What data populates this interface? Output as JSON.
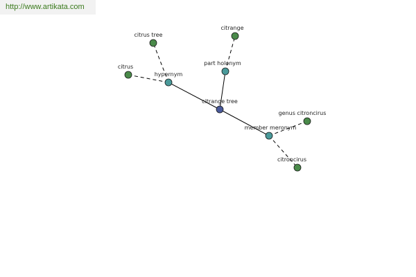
{
  "header": {
    "url": "http://www.artikata.com"
  },
  "colors": {
    "url_text": "#3a7a1c",
    "watermark_bg": "#f2f2f2",
    "edge": "#000000",
    "center_node": "#4a5a9a",
    "relation_node": "#4a9a9a",
    "leaf_node": "#4a8a4a",
    "node_stroke": "#1a1a1a",
    "label_text": "#222222"
  },
  "graph": {
    "nodes": [
      {
        "id": "center",
        "label": "citrange tree",
        "kind": "center"
      },
      {
        "id": "hypernym",
        "label": "hypernym",
        "kind": "relation"
      },
      {
        "id": "part_holonym",
        "label": "part holonym",
        "kind": "relation"
      },
      {
        "id": "member_meronym",
        "label": "member meronym",
        "kind": "relation"
      },
      {
        "id": "citrus_tree",
        "label": "citrus tree",
        "kind": "leaf"
      },
      {
        "id": "citrus",
        "label": "citrus",
        "kind": "leaf"
      },
      {
        "id": "citrange",
        "label": "citrange",
        "kind": "leaf"
      },
      {
        "id": "genus_citroncirus",
        "label": "genus citroncirus",
        "kind": "leaf"
      },
      {
        "id": "citroncirus",
        "label": "citroncirus",
        "kind": "leaf"
      }
    ],
    "edges": [
      {
        "from": "center",
        "to": "hypernym",
        "style": "solid"
      },
      {
        "from": "center",
        "to": "part_holonym",
        "style": "solid"
      },
      {
        "from": "center",
        "to": "member_meronym",
        "style": "solid"
      },
      {
        "from": "hypernym",
        "to": "citrus_tree",
        "style": "dashed"
      },
      {
        "from": "hypernym",
        "to": "citrus",
        "style": "dashed"
      },
      {
        "from": "part_holonym",
        "to": "citrange",
        "style": "dashed"
      },
      {
        "from": "member_meronym",
        "to": "genus_citroncirus",
        "style": "dashed"
      },
      {
        "from": "member_meronym",
        "to": "citroncirus",
        "style": "dashed"
      }
    ]
  }
}
